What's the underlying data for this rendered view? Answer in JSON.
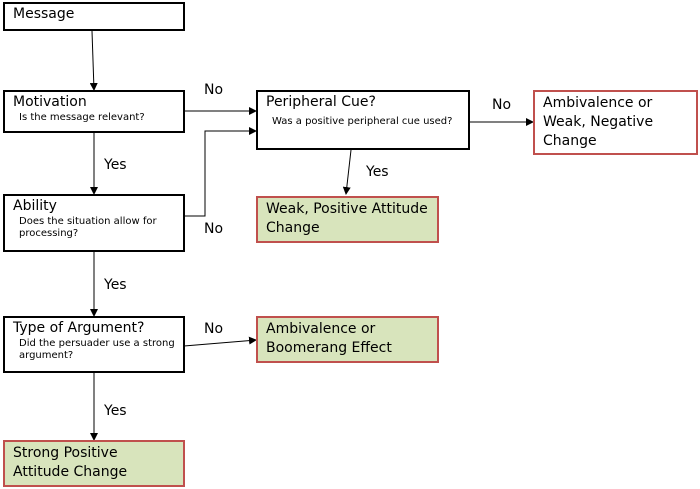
{
  "nodes": {
    "message": {
      "title": "Message"
    },
    "motivation": {
      "title": "Motivation",
      "subtitle": "Is the message relevant?"
    },
    "ability": {
      "title": "Ability",
      "subtitle": "Does the situation allow for processing?"
    },
    "type_of_argument": {
      "title": "Type of Argument?",
      "subtitle": "Did the persuader use a strong argument?"
    },
    "peripheral_cue": {
      "title": "Peripheral Cue?",
      "subtitle": "Was a positive peripheral cue used?"
    },
    "ambivalence_weak_negative": {
      "text": "Ambivalence or Weak, Negative Change"
    },
    "weak_positive": {
      "text": "Weak, Positive Attitude Change"
    },
    "ambivalence_boomerang": {
      "text": "Ambivalence or Boomerang Effect"
    },
    "strong_positive": {
      "text": "Strong Positive Attitude Change"
    }
  },
  "edge_labels": {
    "motivation_no": "No",
    "motivation_yes": "Yes",
    "ability_yes": "Yes",
    "ability_no": "No",
    "peripheral_no": "No",
    "peripheral_yes": "Yes",
    "argument_no": "No",
    "argument_yes": "Yes"
  },
  "colors": {
    "result_fill": "#d8e4bc",
    "result_border": "#c0504d",
    "node_border": "#000000"
  }
}
